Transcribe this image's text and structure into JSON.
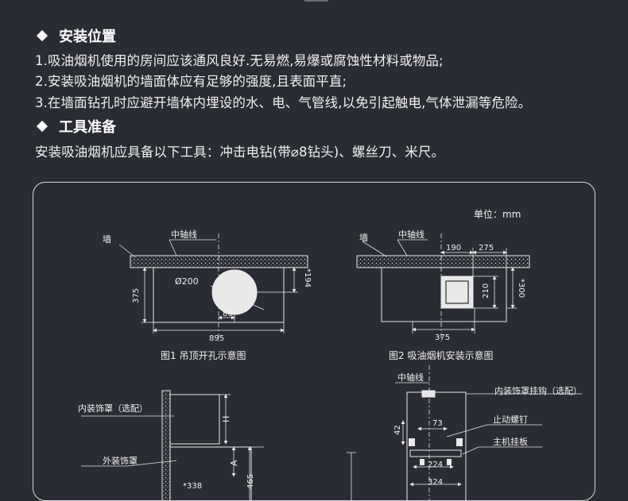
{
  "sections": [
    {
      "title": "安装位置",
      "lines": [
        "1.吸油烟机使用的房间应该通风良好.无易燃,易爆或腐蚀性材料或物品;",
        "2.安装吸油烟机的墙面体应有足够的强度,且表面平直;",
        "3.在墙面钻孔时应避开墙体内埋设的水、电、气管线,以免引起触电,气体泄漏等危险。"
      ]
    },
    {
      "title": "工具准备",
      "lines": [
        "安装吸油烟机应具备以下工具：冲击电钻(带⌀8钻头)、螺丝刀、米尺。"
      ]
    }
  ],
  "diagram": {
    "unit": "单位：mm",
    "fig1": {
      "wall": "墙",
      "axis": "中轴线",
      "hole": "Ø200",
      "d375": "375",
      "d194": "*194",
      "d80": "80",
      "d895": "895",
      "caption": "图1 吊顶开孔示意图"
    },
    "fig2": {
      "wall": "墙",
      "axis": "中轴线",
      "d190": "190",
      "d275": "275",
      "d210": "210",
      "d300": "*300",
      "d375": "375",
      "caption": "图2 吸油烟机安装示意图"
    },
    "fig3": {
      "inner": "内装饰罩（选配）",
      "outer": "外装饰罩",
      "h": "H",
      "a": "A",
      "d338": "*338",
      "d465": "465"
    },
    "fig4": {
      "axis": "中轴线",
      "hook": "内装饰罩挂钩（选配）",
      "screw": "止动螺钉",
      "plate": "主机挂板",
      "d73": "73",
      "d42": "42",
      "d224": "224",
      "d324": "324"
    }
  }
}
